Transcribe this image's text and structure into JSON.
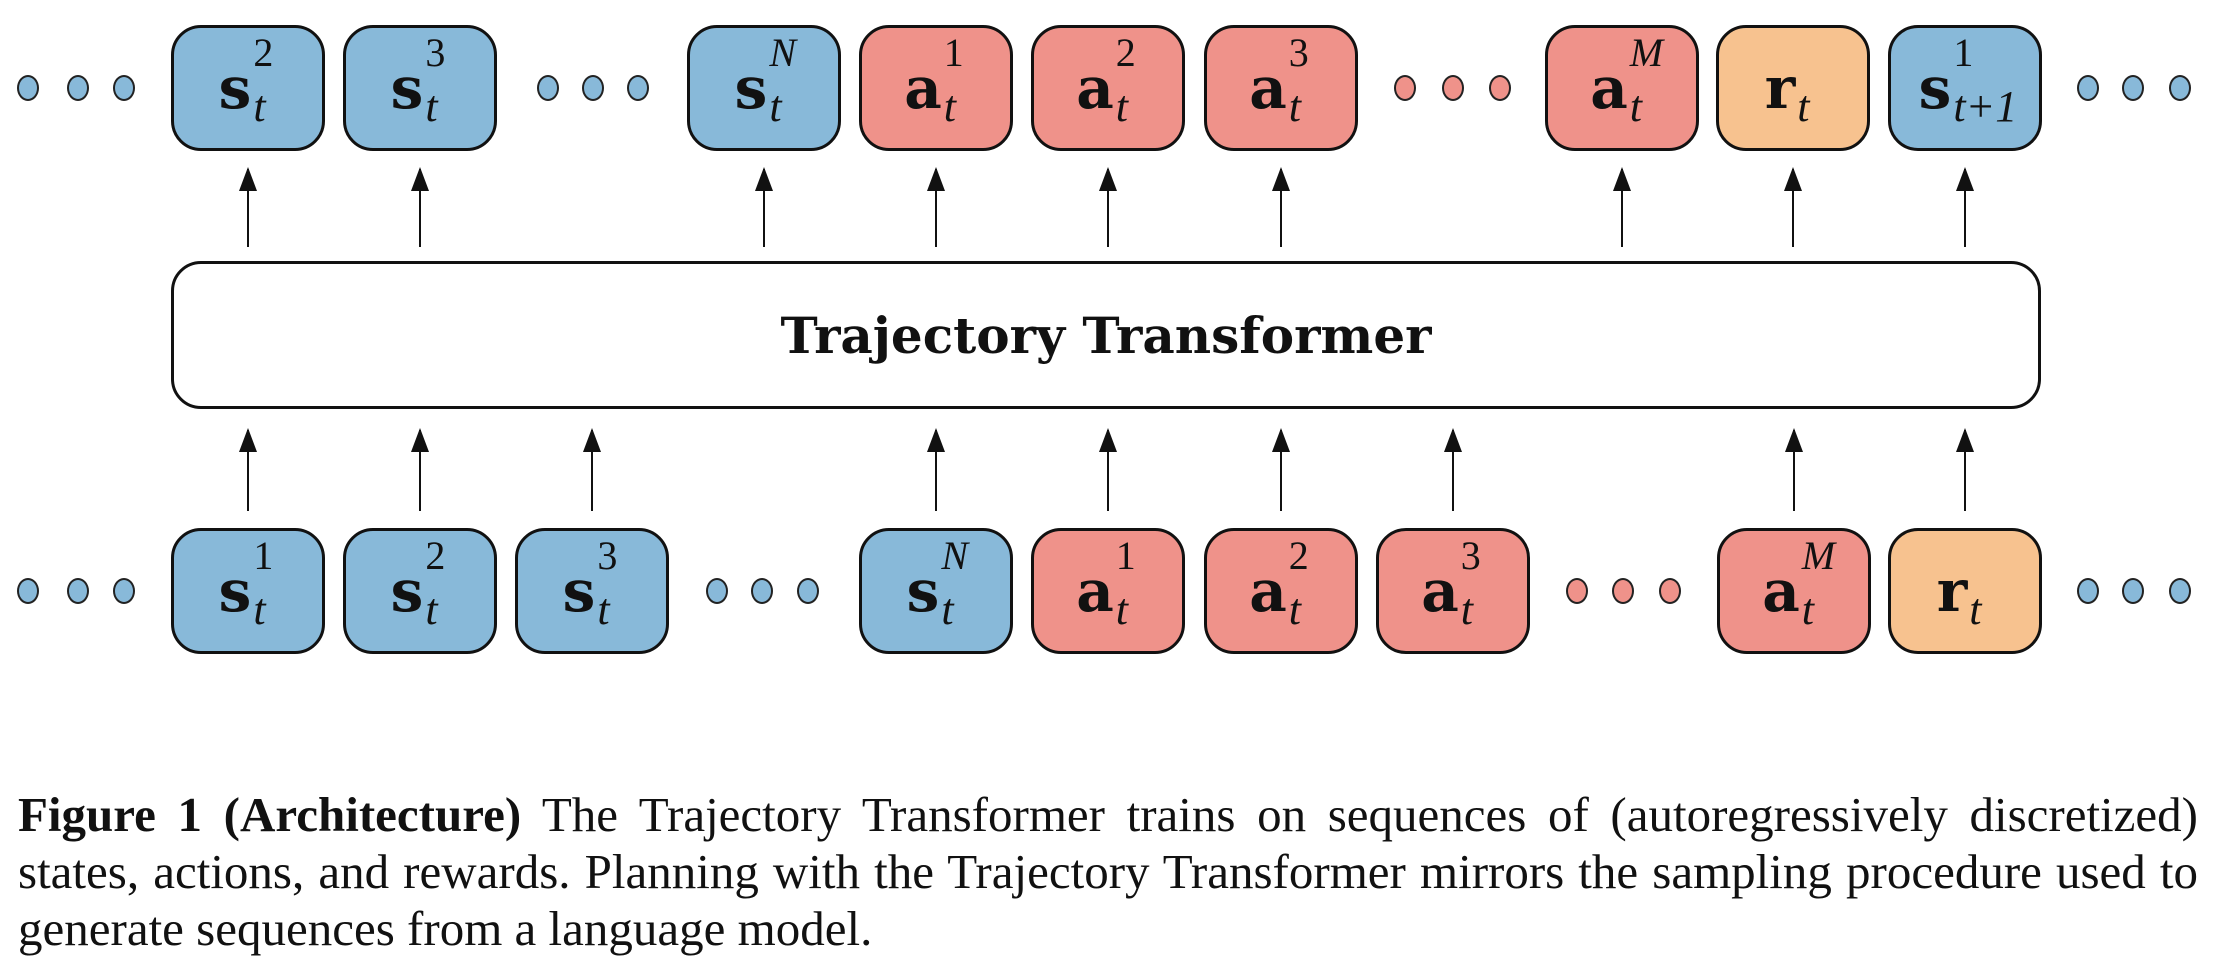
{
  "figure": {
    "model_label": "Trajectory Transformer",
    "colors": {
      "state": "#88b9d9",
      "action": "#ef928a",
      "reward": "#f7c28f"
    },
    "output_row": [
      {
        "type": "ellipsis",
        "color": "blue"
      },
      {
        "type": "state",
        "symbol": "s",
        "sup": "2",
        "sub": "t"
      },
      {
        "type": "state",
        "symbol": "s",
        "sup": "3",
        "sub": "t"
      },
      {
        "type": "ellipsis",
        "color": "blue"
      },
      {
        "type": "state",
        "symbol": "s",
        "sup": "N",
        "sub": "t"
      },
      {
        "type": "action",
        "symbol": "a",
        "sup": "1",
        "sub": "t"
      },
      {
        "type": "action",
        "symbol": "a",
        "sup": "2",
        "sub": "t"
      },
      {
        "type": "action",
        "symbol": "a",
        "sup": "3",
        "sub": "t"
      },
      {
        "type": "ellipsis",
        "color": "red"
      },
      {
        "type": "action",
        "symbol": "a",
        "sup": "M",
        "sub": "t"
      },
      {
        "type": "reward",
        "symbol": "r",
        "sup": "",
        "sub": "t"
      },
      {
        "type": "state",
        "symbol": "s",
        "sup": "1",
        "sub": "t+1"
      },
      {
        "type": "ellipsis",
        "color": "blue"
      }
    ],
    "input_row": [
      {
        "type": "ellipsis",
        "color": "blue"
      },
      {
        "type": "state",
        "symbol": "s",
        "sup": "1",
        "sub": "t"
      },
      {
        "type": "state",
        "symbol": "s",
        "sup": "2",
        "sub": "t"
      },
      {
        "type": "state",
        "symbol": "s",
        "sup": "3",
        "sub": "t"
      },
      {
        "type": "ellipsis",
        "color": "blue"
      },
      {
        "type": "state",
        "symbol": "s",
        "sup": "N",
        "sub": "t"
      },
      {
        "type": "action",
        "symbol": "a",
        "sup": "1",
        "sub": "t"
      },
      {
        "type": "action",
        "symbol": "a",
        "sup": "2",
        "sub": "t"
      },
      {
        "type": "action",
        "symbol": "a",
        "sup": "3",
        "sub": "t"
      },
      {
        "type": "ellipsis",
        "color": "red"
      },
      {
        "type": "action",
        "symbol": "a",
        "sup": "M",
        "sub": "t"
      },
      {
        "type": "reward",
        "symbol": "r",
        "sup": "",
        "sub": "t"
      },
      {
        "type": "ellipsis",
        "color": "blue"
      }
    ]
  },
  "caption": {
    "label": "Figure 1 (Architecture)",
    "text": " The Trajectory Transformer trains on sequences of (autoregressively discretized) states, actions, and rewards. Planning with the Trajectory Transformer mirrors the sampling procedure used to generate sequences from a language model."
  }
}
